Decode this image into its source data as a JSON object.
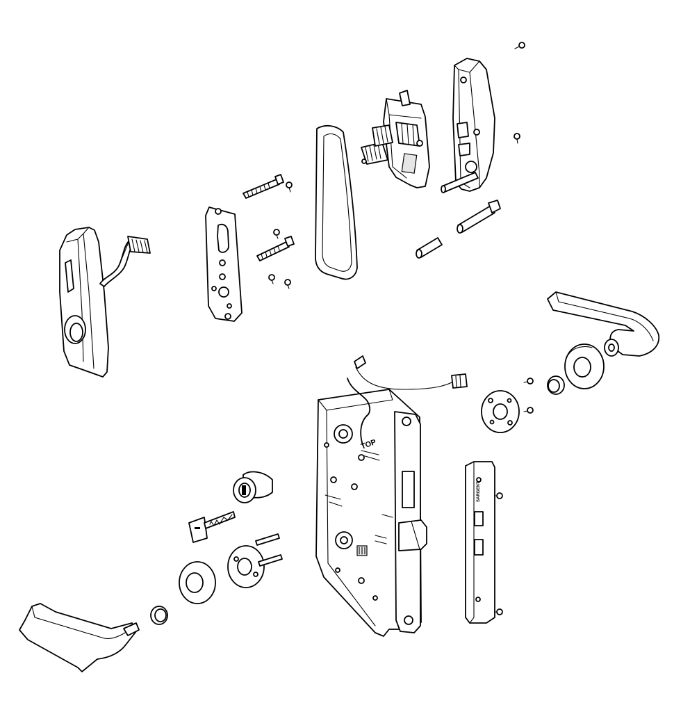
{
  "diagram": {
    "body_marking": "TOP",
    "strike_marking": "SARGENT",
    "parts": [
      "outside-escutcheon",
      "wire-harness",
      "mounting-plate",
      "long-through-bolt",
      "mounting-screw",
      "escutcheon-gasket",
      "electronics-module",
      "inside-escutcheon",
      "spindle",
      "battery-pack",
      "lever-handle",
      "rose-trim",
      "rose-bushing",
      "rose-mounting-plate",
      "mortise-lock-body",
      "mortise-cylinder",
      "key",
      "strike-plate"
    ]
  }
}
